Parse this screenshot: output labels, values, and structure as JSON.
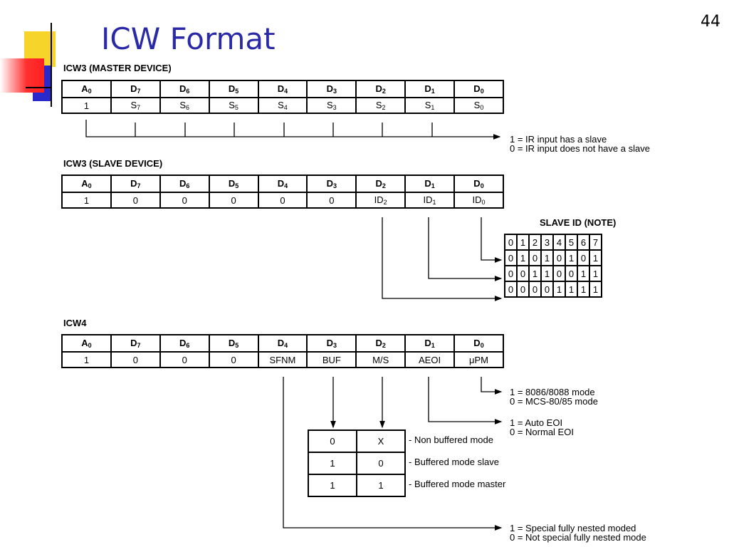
{
  "slide": {
    "title": "ICW Format",
    "page_number": "44"
  },
  "icw3_master": {
    "label": "ICW3 (MASTER DEVICE)",
    "headers": [
      [
        "A",
        "0"
      ],
      [
        "D",
        "7"
      ],
      [
        "D",
        "6"
      ],
      [
        "D",
        "5"
      ],
      [
        "D",
        "4"
      ],
      [
        "D",
        "3"
      ],
      [
        "D",
        "2"
      ],
      [
        "D",
        "1"
      ],
      [
        "D",
        "0"
      ]
    ],
    "values": [
      [
        "1",
        ""
      ],
      [
        "S",
        "7"
      ],
      [
        "S",
        "6"
      ],
      [
        "S",
        "5"
      ],
      [
        "S",
        "4"
      ],
      [
        "S",
        "3"
      ],
      [
        "S",
        "2"
      ],
      [
        "S",
        "1"
      ],
      [
        "S",
        "0"
      ]
    ],
    "note": [
      "1 = IR input has a slave",
      "0 = IR input does not have a slave"
    ]
  },
  "icw3_slave": {
    "label": "ICW3 (SLAVE DEVICE)",
    "headers": [
      [
        "A",
        "0"
      ],
      [
        "D",
        "7"
      ],
      [
        "D",
        "6"
      ],
      [
        "D",
        "5"
      ],
      [
        "D",
        "4"
      ],
      [
        "D",
        "3"
      ],
      [
        "D",
        "2"
      ],
      [
        "D",
        "1"
      ],
      [
        "D",
        "0"
      ]
    ],
    "values": [
      [
        "1",
        ""
      ],
      [
        "0",
        ""
      ],
      [
        "0",
        ""
      ],
      [
        "0",
        ""
      ],
      [
        "0",
        ""
      ],
      [
        "0",
        ""
      ],
      [
        "ID",
        "2"
      ],
      [
        "ID",
        "1"
      ],
      [
        "ID",
        "0"
      ]
    ],
    "slave_id_title": "SLAVE ID (NOTE)",
    "slave_id_table": [
      [
        "0",
        "1",
        "2",
        "3",
        "4",
        "5",
        "6",
        "7"
      ],
      [
        "0",
        "1",
        "0",
        "1",
        "0",
        "1",
        "0",
        "1"
      ],
      [
        "0",
        "0",
        "1",
        "1",
        "0",
        "0",
        "1",
        "1"
      ],
      [
        "0",
        "0",
        "0",
        "0",
        "1",
        "1",
        "1",
        "1"
      ]
    ]
  },
  "icw4": {
    "label": "ICW4",
    "headers": [
      [
        "A",
        "0"
      ],
      [
        "D",
        "7"
      ],
      [
        "D",
        "6"
      ],
      [
        "D",
        "5"
      ],
      [
        "D",
        "4"
      ],
      [
        "D",
        "3"
      ],
      [
        "D",
        "2"
      ],
      [
        "D",
        "1"
      ],
      [
        "D",
        "0"
      ]
    ],
    "values": [
      [
        "1",
        ""
      ],
      [
        "0",
        ""
      ],
      [
        "0",
        ""
      ],
      [
        "0",
        ""
      ],
      [
        "SFNM",
        ""
      ],
      [
        "BUF",
        ""
      ],
      [
        "M/S",
        ""
      ],
      [
        "AEOI",
        ""
      ],
      [
        "μPM",
        ""
      ]
    ],
    "upm_note": [
      "1 = 8086/8088 mode",
      "0 = MCS-80/85 mode"
    ],
    "aeoi_note": [
      "1 = Auto EOI",
      "0 = Normal EOI"
    ],
    "buffer_table": [
      {
        "buf": "0",
        "ms": "X",
        "desc": "- Non buffered mode"
      },
      {
        "buf": "1",
        "ms": "0",
        "desc": "- Buffered mode slave"
      },
      {
        "buf": "1",
        "ms": "1",
        "desc": "- Buffered mode master"
      }
    ],
    "sfnm_note": [
      "1 = Special fully nested moded",
      "0 = Not special fully nested mode"
    ]
  },
  "decor_colors": {
    "yellow": "#f7d42a",
    "red": "#ff2a2a",
    "blue": "#2a2acc",
    "title": "#2a2aa8"
  }
}
